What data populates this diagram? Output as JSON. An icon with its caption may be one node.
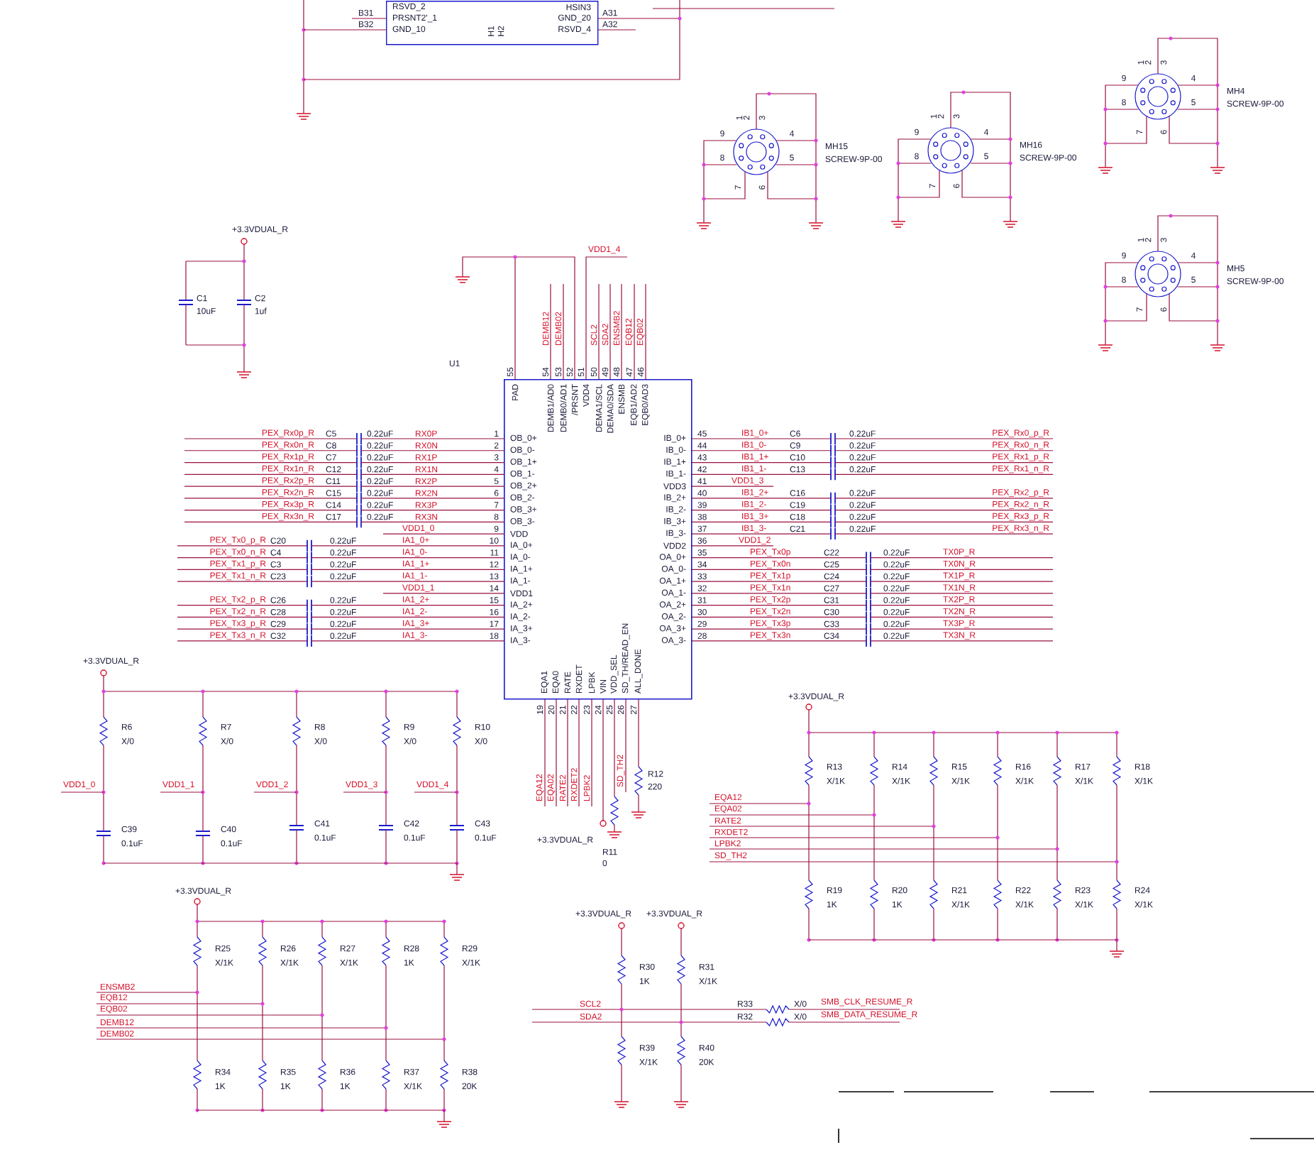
{
  "diagram": {
    "nodes": [
      {
        "text": [
          "RSVD_2",
          "PRSNT2'_1",
          "GND_10",
          "HSIN3",
          "GND_20",
          "RSVD_4",
          "H1",
          "H2"
        ]
      },
      {
        "text": [
          "PAD",
          "DEMB1/AD0",
          "DEMB0/AD1",
          "/PRSNT",
          "VDD4",
          "DEMA1/SCL",
          "DEMA0/SDA",
          "ENSMB",
          "EQB1/AD2",
          "EQB0/AD3",
          "OB_0+",
          "OB_0-",
          "OB_1+",
          "OB_1-",
          "OB_2+",
          "OB_2-",
          "OB_3+",
          "OB_3-",
          "VDD",
          "IA_0+",
          "IA_0-",
          "IA_1+",
          "IA_1-",
          "VDD1",
          "IA_2+",
          "IA_2-",
          "IA_3+",
          "IA_3-",
          "IB_0+",
          "IB_0-",
          "IB_1+",
          "IB_1-",
          "VDD3",
          "IB_2+",
          "IB_2-",
          "IB_3+",
          "IB_3-",
          "VDD2",
          "OA_0+",
          "OA_0-",
          "OA_1+",
          "OA_1-",
          "OA_2+",
          "OA_2-",
          "OA_3+",
          "OA_3-",
          "EQA1",
          "EQA0",
          "RATE",
          "RXDET",
          "LPBK",
          "VIN",
          "VDD_SEL",
          "SD_TH/READ_EN",
          "ALL_DONE"
        ]
      }
    ],
    "labels": [
      "B31",
      "B32",
      "A31",
      "A32",
      "1",
      "2",
      "3",
      "9",
      "4",
      "8",
      "5",
      "7",
      "6",
      "MH15",
      "SCREW-9P-00",
      "1",
      "2",
      "3",
      "9",
      "4",
      "8",
      "5",
      "7",
      "6",
      "MH16",
      "SCREW-9P-00",
      "1",
      "2",
      "3",
      "9",
      "4",
      "8",
      "5",
      "7",
      "6",
      "MH4",
      "SCREW-9P-00",
      "1",
      "2",
      "3",
      "9",
      "4",
      "8",
      "5",
      "7",
      "6",
      "MH5",
      "SCREW-9P-00",
      "+3.3VDUAL_R",
      "C1",
      "10uF",
      "C2",
      "1uf",
      "U1",
      "VDD1_4",
      "DEMB12",
      "DEMB02",
      "SCL2",
      "SDA2",
      "ENSMB2",
      "EQB12",
      "EQB02",
      "55",
      "54",
      "53",
      "52",
      "51",
      "50",
      "49",
      "48",
      "47",
      "46",
      "PEX_Rx0p_R",
      "C5",
      "0.22uF",
      "RX0P",
      "1",
      "PEX_Rx0n_R",
      "C8",
      "0.22uF",
      "RX0N",
      "2",
      "PEX_Rx1p_R",
      "C7",
      "0.22uF",
      "RX1P",
      "3",
      "PEX_Rx1n_R",
      "C12",
      "0.22uF",
      "RX1N",
      "4",
      "PEX_Rx2p_R",
      "C11",
      "0.22uF",
      "RX2P",
      "5",
      "PEX_Rx2n_R",
      "C15",
      "0.22uF",
      "RX2N",
      "6",
      "PEX_Rx3p_R",
      "C14",
      "0.22uF",
      "RX3P",
      "7",
      "PEX_Rx3n_R",
      "C17",
      "0.22uF",
      "RX3N",
      "8",
      "VDD1_0",
      "9",
      "PEX_Tx0_p_R",
      "C20",
      "0.22uF",
      "IA1_0+",
      "10",
      "PEX_Tx0_n_R",
      "C4",
      "0.22uF",
      "IA1_0-",
      "11",
      "PEX_Tx1_p_R",
      "C3",
      "0.22uF",
      "IA1_1+",
      "12",
      "PEX_Tx1_n_R",
      "C23",
      "0.22uF",
      "IA1_1-",
      "13",
      "VDD1_1",
      "14",
      "PEX_Tx2_p_R",
      "C26",
      "0.22uF",
      "IA1_2+",
      "15",
      "PEX_Tx2_n_R",
      "C28",
      "0.22uF",
      "IA1_2-",
      "16",
      "PEX_Tx3_p_R",
      "C29",
      "0.22uF",
      "IA1_3+",
      "17",
      "PEX_Tx3_n_R",
      "C32",
      "0.22uF",
      "IA1_3-",
      "18",
      "45",
      "IB1_0+",
      "C6",
      "0.22uF",
      "PEX_Rx0_p_R",
      "44",
      "IB1_0-",
      "C9",
      "0.22uF",
      "PEX_Rx0_n_R",
      "43",
      "IB1_1+",
      "C10",
      "0.22uF",
      "PEX_Rx1_p_R",
      "42",
      "IB1_1-",
      "C13",
      "0.22uF",
      "PEX_Rx1_n_R",
      "41",
      "VDD1_3",
      "40",
      "IB1_2+",
      "C16",
      "0.22uF",
      "PEX_Rx2_p_R",
      "39",
      "IB1_2-",
      "C19",
      "0.22uF",
      "PEX_Rx2_n_R",
      "38",
      "IB1_3+",
      "C18",
      "0.22uF",
      "PEX_Rx3_p_R",
      "37",
      "IB1_3-",
      "C21",
      "0.22uF",
      "PEX_Rx3_n_R",
      "36",
      "VDD1_2",
      "35",
      "PEX_Tx0p",
      "C22",
      "0.22uF",
      "TX0P_R",
      "34",
      "PEX_Tx0n",
      "C25",
      "0.22uF",
      "TX0N_R",
      "33",
      "PEX_Tx1p",
      "C24",
      "0.22uF",
      "TX1P_R",
      "32",
      "PEX_Tx1n",
      "C27",
      "0.22uF",
      "TX1N_R",
      "31",
      "PEX_Tx2p",
      "C31",
      "0.22uF",
      "TX2P_R",
      "30",
      "PEX_Tx2n",
      "C30",
      "0.22uF",
      "TX2N_R",
      "29",
      "PEX_Tx3p",
      "C33",
      "0.22uF",
      "TX3P_R",
      "28",
      "PEX_Tx3n",
      "C34",
      "0.22uF",
      "TX3N_R",
      "19",
      "20",
      "21",
      "22",
      "23",
      "24",
      "25",
      "26",
      "27",
      "EQA12",
      "EQA02",
      "RATE2",
      "RXDET2",
      "LPBK2",
      "SD_TH2",
      "+3.3VDUAL_R",
      "R11",
      "0",
      "R12",
      "220",
      "+3.3VDUAL_R",
      "R6",
      "X/0",
      "VDD1_0",
      "C39",
      "0.1uF",
      "R7",
      "X/0",
      "VDD1_1",
      "C40",
      "0.1uF",
      "R8",
      "X/0",
      "VDD1_2",
      "C41",
      "0.1uF",
      "R9",
      "X/0",
      "VDD1_3",
      "C42",
      "0.1uF",
      "R10",
      "X/0",
      "VDD1_4",
      "C43",
      "0.1uF",
      "+3.3VDUAL_R",
      "R13",
      "X/1K",
      "R14",
      "X/1K",
      "R15",
      "X/1K",
      "R16",
      "X/1K",
      "R17",
      "X/1K",
      "R18",
      "X/1K",
      "EQA12",
      "EQA02",
      "RATE2",
      "RXDET2",
      "LPBK2",
      "SD_TH2",
      "R19",
      "1K",
      "R20",
      "1K",
      "R21",
      "X/1K",
      "R22",
      "X/1K",
      "R23",
      "X/1K",
      "R24",
      "X/1K",
      "+3.3VDUAL_R",
      "R25",
      "X/1K",
      "R26",
      "X/1K",
      "R27",
      "X/1K",
      "R28",
      "1K",
      "R29",
      "X/1K",
      "ENSMB2",
      "EQB12",
      "EQB02",
      "DEMB12",
      "DEMB02",
      "R34",
      "1K",
      "R35",
      "1K",
      "R36",
      "1K",
      "R37",
      "X/1K",
      "R38",
      "20K",
      "+3.3VDUAL_R",
      "+3.3VDUAL_R",
      "R30",
      "1K",
      "R31",
      "X/1K",
      "SCL2",
      "SDA2",
      "R33",
      "R32",
      "X/0",
      "X/0",
      "SMB_CLK_RESUME_R",
      "SMB_DATA_RESUME_R",
      "R39",
      "X/1K",
      "R40",
      "20K"
    ]
  }
}
